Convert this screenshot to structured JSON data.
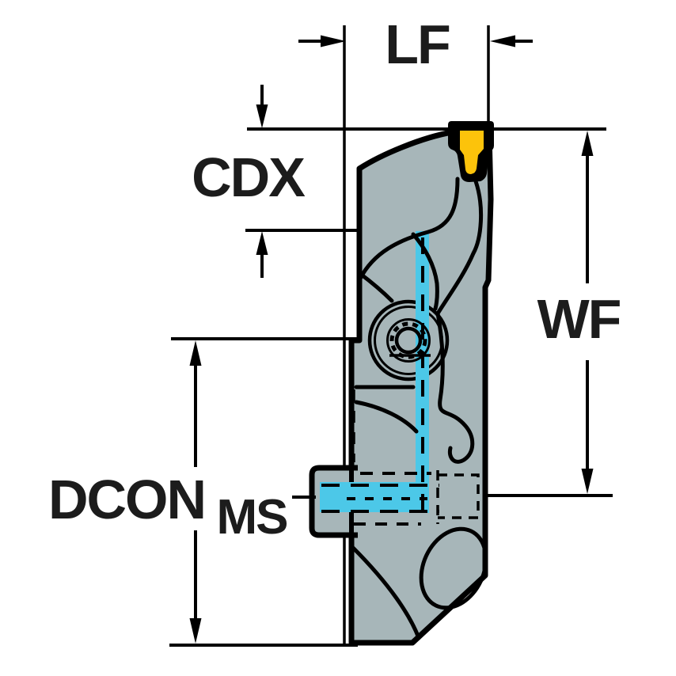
{
  "diagram": {
    "type": "technical-dimension-drawing",
    "subject": "parting-and-grooving-tool-holder-side-view",
    "labels": {
      "lf": "LF",
      "cdx": "CDX",
      "wf": "WF",
      "dcon": "DCON",
      "ms": "MS"
    },
    "colors": {
      "background": "#ffffff",
      "outline": "#000000",
      "text": "#1c1c1c",
      "body": "#a7b6b9",
      "insert": "#fcc30b",
      "coolant": "#4cc8e8"
    }
  }
}
